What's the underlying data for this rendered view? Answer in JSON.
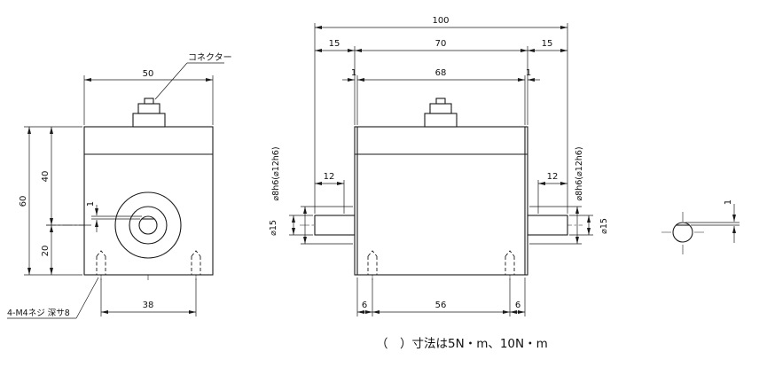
{
  "note": "（　）寸法は5N・m、10N・m",
  "front_view": {
    "connector_label": "コネクター",
    "dim_width": "50",
    "dim_height": "60",
    "dim_upper": "40",
    "dim_lower": "20",
    "dim_flat": "1",
    "dim_bolt_span": "38",
    "screw_note": "4-M4ネジ 深サ8"
  },
  "side_view": {
    "dim_total": "100",
    "dim_shaft_left": "15",
    "dim_body": "70",
    "dim_shaft_right": "15",
    "dim_boss_left": "1",
    "dim_inner": "68",
    "dim_boss_right": "1",
    "dim_key_left": "12",
    "dim_key_right": "12",
    "dia_shaft_left": "⌀8h6(⌀12h6)",
    "dia_shaft_right": "⌀8h6(⌀12h6)",
    "dia_boss_left": "⌀15",
    "dia_boss_right": "⌀15",
    "dim_hole_left": "6",
    "dim_hole_span": "56",
    "dim_hole_right": "6"
  },
  "end_view": {
    "dim_flat": "1"
  }
}
